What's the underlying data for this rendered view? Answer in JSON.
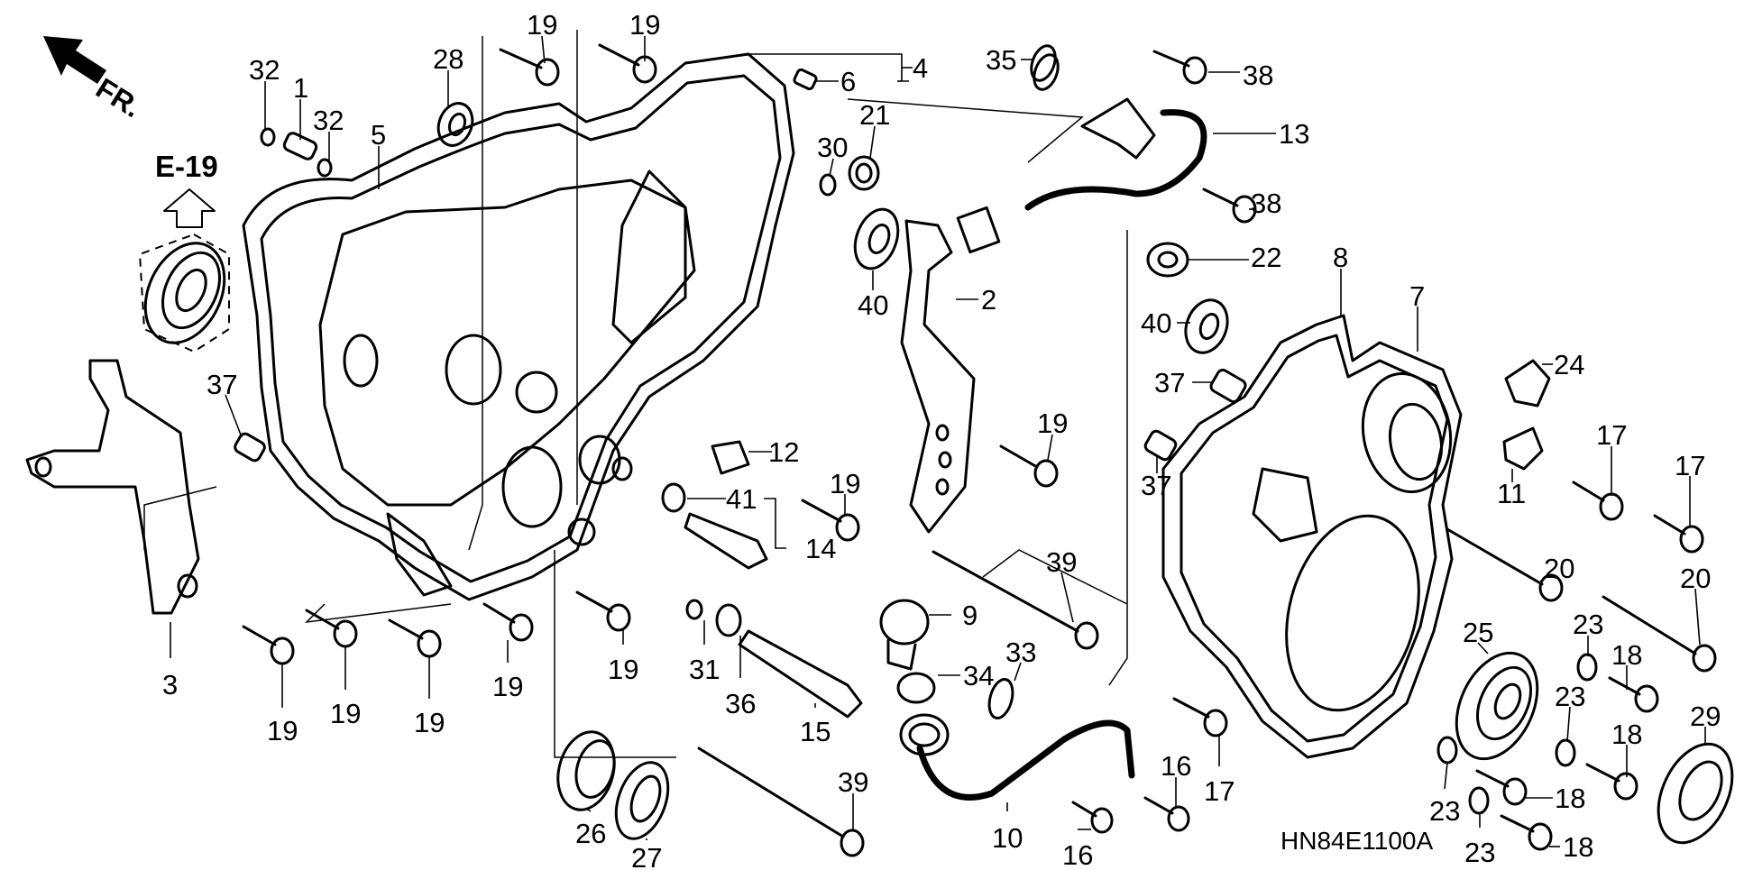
{
  "diagram": {
    "reference_code": "HN84E1100A",
    "cross_reference": "E-19",
    "direction_label": "FR.",
    "callouts": [
      {
        "id": "c32a",
        "label": "32"
      },
      {
        "id": "c1",
        "label": "1"
      },
      {
        "id": "c32b",
        "label": "32"
      },
      {
        "id": "c5",
        "label": "5"
      },
      {
        "id": "c28",
        "label": "28"
      },
      {
        "id": "c19a",
        "label": "19"
      },
      {
        "id": "c19b",
        "label": "19"
      },
      {
        "id": "c6",
        "label": "6"
      },
      {
        "id": "c4",
        "label": "4"
      },
      {
        "id": "c21",
        "label": "21"
      },
      {
        "id": "c30",
        "label": "30"
      },
      {
        "id": "c35",
        "label": "35"
      },
      {
        "id": "c38a",
        "label": "38"
      },
      {
        "id": "c13",
        "label": "13"
      },
      {
        "id": "c38b",
        "label": "38"
      },
      {
        "id": "c22",
        "label": "22"
      },
      {
        "id": "c2",
        "label": "2"
      },
      {
        "id": "c40a",
        "label": "40"
      },
      {
        "id": "c8",
        "label": "8"
      },
      {
        "id": "c7",
        "label": "7"
      },
      {
        "id": "c40b",
        "label": "40"
      },
      {
        "id": "c24",
        "label": "24"
      },
      {
        "id": "c37a",
        "label": "37"
      },
      {
        "id": "c17a",
        "label": "17"
      },
      {
        "id": "c17b",
        "label": "17"
      },
      {
        "id": "c11",
        "label": "11"
      },
      {
        "id": "c37b",
        "label": "37"
      },
      {
        "id": "c37c",
        "label": "37"
      },
      {
        "id": "c12",
        "label": "12"
      },
      {
        "id": "c41",
        "label": "41"
      },
      {
        "id": "c19c",
        "label": "19"
      },
      {
        "id": "c19d",
        "label": "19"
      },
      {
        "id": "c14",
        "label": "14"
      },
      {
        "id": "c39a",
        "label": "39"
      },
      {
        "id": "c20a",
        "label": "20"
      },
      {
        "id": "c20b",
        "label": "20"
      },
      {
        "id": "c9",
        "label": "9"
      },
      {
        "id": "c3",
        "label": "3"
      },
      {
        "id": "c19e",
        "label": "19"
      },
      {
        "id": "c19f",
        "label": "19"
      },
      {
        "id": "c19g",
        "label": "19"
      },
      {
        "id": "c19h",
        "label": "19"
      },
      {
        "id": "c19i",
        "label": "19"
      },
      {
        "id": "c31",
        "label": "31"
      },
      {
        "id": "c36",
        "label": "36"
      },
      {
        "id": "c15",
        "label": "15"
      },
      {
        "id": "c33",
        "label": "33"
      },
      {
        "id": "c34",
        "label": "34"
      },
      {
        "id": "c23a",
        "label": "23"
      },
      {
        "id": "c18a",
        "label": "18"
      },
      {
        "id": "c25",
        "label": "25"
      },
      {
        "id": "c23b",
        "label": "23"
      },
      {
        "id": "c18b",
        "label": "18"
      },
      {
        "id": "c29",
        "label": "29"
      },
      {
        "id": "c17c",
        "label": "17"
      },
      {
        "id": "c16a",
        "label": "16"
      },
      {
        "id": "c16b",
        "label": "16"
      },
      {
        "id": "c10",
        "label": "10"
      },
      {
        "id": "c26",
        "label": "26"
      },
      {
        "id": "c27",
        "label": "27"
      },
      {
        "id": "c39b",
        "label": "39"
      },
      {
        "id": "c23c",
        "label": "23"
      },
      {
        "id": "c18c",
        "label": "18"
      },
      {
        "id": "c23d",
        "label": "23"
      },
      {
        "id": "c18d",
        "label": "18"
      }
    ]
  }
}
